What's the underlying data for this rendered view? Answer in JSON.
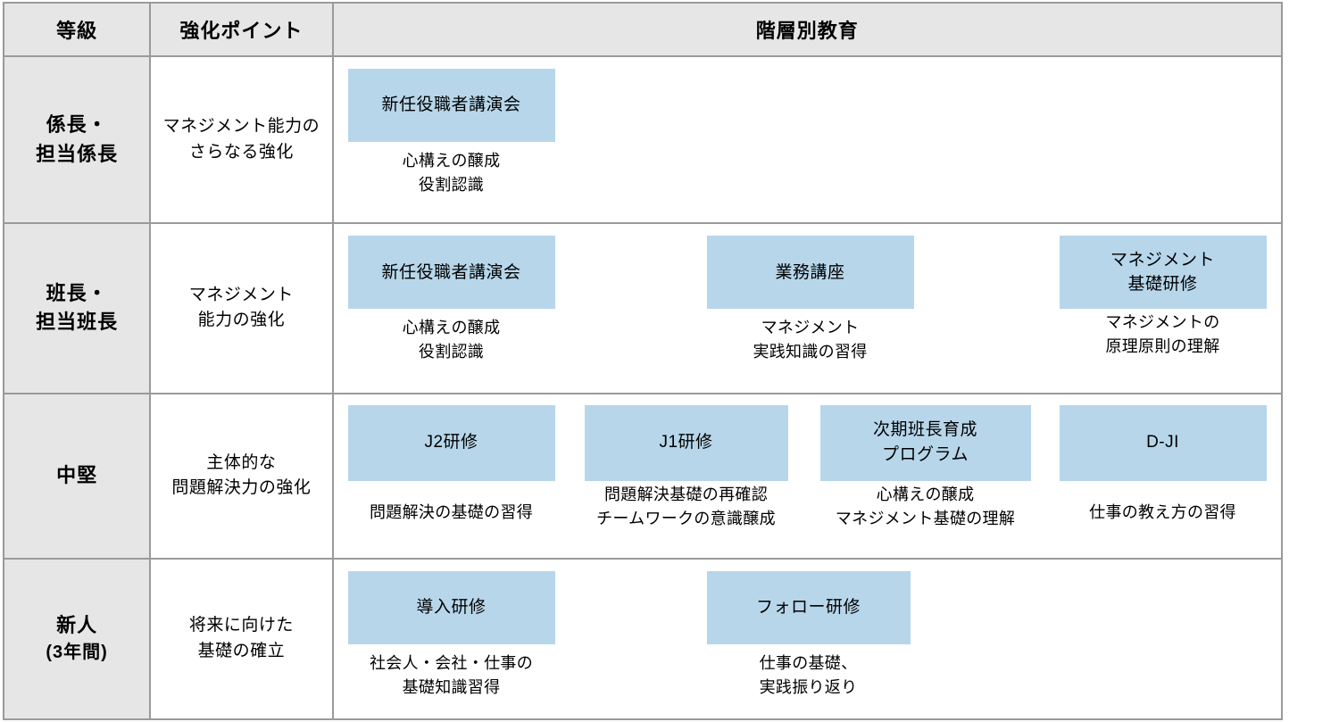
{
  "table": {
    "headers": {
      "grade": "等級",
      "point": "強化ポイント",
      "program": "階層別教育"
    },
    "rows": [
      {
        "grade_line1": "係長・",
        "grade_line2": "担当係長",
        "grade_sub": "",
        "point_line1": "マネジメント能力の",
        "point_line2": "さらなる強化",
        "programs": [
          {
            "title_line1": "新任役職者講演会",
            "title_line2": "",
            "caption_line1": "心構えの醸成",
            "caption_line2": "役割認識"
          }
        ]
      },
      {
        "grade_line1": "班長・",
        "grade_line2": "担当班長",
        "grade_sub": "",
        "point_line1": "マネジメント",
        "point_line2": "能力の強化",
        "programs": [
          {
            "title_line1": "新任役職者講演会",
            "title_line2": "",
            "caption_line1": "心構えの醸成",
            "caption_line2": "役割認識"
          },
          {
            "title_line1": "業務講座",
            "title_line2": "",
            "caption_line1": "マネジメント",
            "caption_line2": "実践知識の習得"
          },
          {
            "title_line1": "マネジメント",
            "title_line2": "基礎研修",
            "caption_line1": "マネジメントの",
            "caption_line2": "原理原則の理解"
          }
        ]
      },
      {
        "grade_line1": "中堅",
        "grade_line2": "",
        "grade_sub": "",
        "point_line1": "主体的な",
        "point_line2": "問題解決力の強化",
        "programs": [
          {
            "title_line1": "J2研修",
            "title_line2": "",
            "caption_line1": "問題解決の基礎の習得",
            "caption_line2": ""
          },
          {
            "title_line1": "J1研修",
            "title_line2": "",
            "caption_line1": "問題解決基礎の再確認",
            "caption_line2": "チームワークの意識醸成"
          },
          {
            "title_line1": "次期班長育成",
            "title_line2": "プログラム",
            "caption_line1": "心構えの醸成",
            "caption_line2": "マネジメント基礎の理解"
          },
          {
            "title_line1": "D-JI",
            "title_line2": "",
            "caption_line1": "仕事の教え方の習得",
            "caption_line2": ""
          }
        ]
      },
      {
        "grade_line1": "新人",
        "grade_line2": "",
        "grade_sub": "(3年間)",
        "point_line1": "将来に向けた",
        "point_line2": "基礎の確立",
        "programs": [
          {
            "title_line1": "導入研修",
            "title_line2": "",
            "caption_line1": "社会人・会社・仕事の",
            "caption_line2": "基礎知識習得"
          },
          {
            "title_line1": "フォロー研修",
            "title_line2": "",
            "caption_line1": "仕事の基礎、",
            "caption_line2": "実践振り返り"
          }
        ]
      }
    ]
  },
  "colors": {
    "box_fill": "#b7d6ea",
    "header_fill": "#e6e6e6",
    "grade_fill": "#e6e6e6",
    "border": "#9a9a9a",
    "text": "#000000"
  }
}
